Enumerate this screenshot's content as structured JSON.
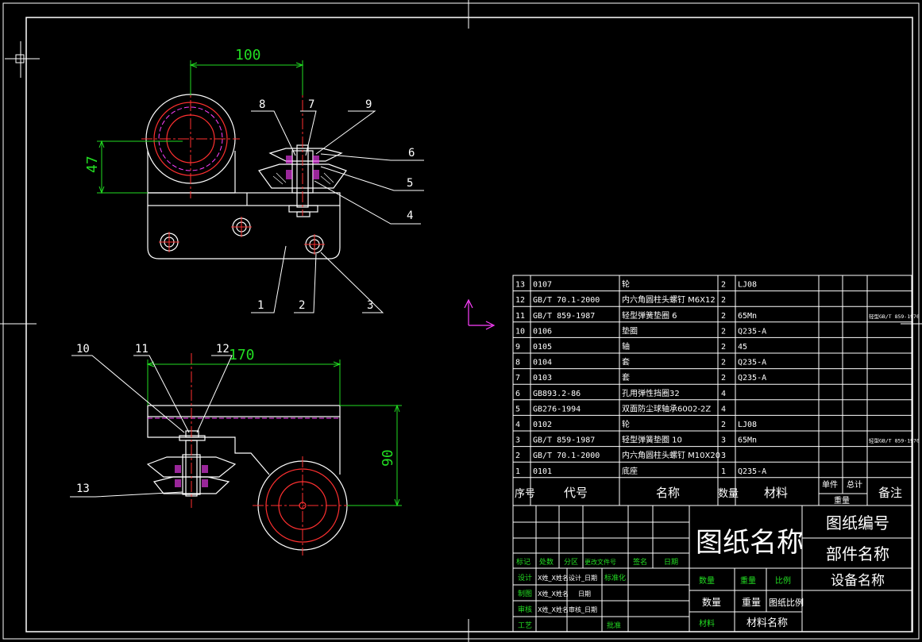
{
  "dimensions": {
    "top_width": "100",
    "top_height": "47",
    "bottom_width": "170",
    "bottom_height": "90"
  },
  "balloons": [
    "1",
    "2",
    "3",
    "4",
    "5",
    "6",
    "7",
    "8",
    "9",
    "10",
    "11",
    "12",
    "13"
  ],
  "bom": {
    "rows": [
      {
        "no": "13",
        "code": "0107",
        "name": "轮",
        "qty": "2",
        "mat": "LJ08",
        "note": ""
      },
      {
        "no": "12",
        "code": "GB/T 70.1-2000",
        "name": "内六角圆柱头螺钉 M6X12",
        "qty": "2",
        "mat": "",
        "note": ""
      },
      {
        "no": "11",
        "code": "GB/T 859-1987",
        "name": "轻型弹簧垫圈 6",
        "qty": "2",
        "mat": "65Mn",
        "note": "轻型GB/T 859-1970"
      },
      {
        "no": "10",
        "code": "0106",
        "name": "垫圈",
        "qty": "2",
        "mat": "Q235-A",
        "note": ""
      },
      {
        "no": "9",
        "code": "0105",
        "name": "轴",
        "qty": "2",
        "mat": "45",
        "note": ""
      },
      {
        "no": "8",
        "code": "0104",
        "name": "套",
        "qty": "2",
        "mat": "Q235-A",
        "note": ""
      },
      {
        "no": "7",
        "code": "0103",
        "name": "套",
        "qty": "2",
        "mat": "Q235-A",
        "note": ""
      },
      {
        "no": "6",
        "code": "GB893.2-86",
        "name": "孔用弹性挡圈32",
        "qty": "4",
        "mat": "",
        "note": ""
      },
      {
        "no": "5",
        "code": "GB276-1994",
        "name": "双面防尘球轴承6002-2Z",
        "qty": "4",
        "mat": "",
        "note": ""
      },
      {
        "no": "4",
        "code": "0102",
        "name": "轮",
        "qty": "2",
        "mat": "LJ08",
        "note": ""
      },
      {
        "no": "3",
        "code": "GB/T 859-1987",
        "name": "轻型弹簧垫圈 10",
        "qty": "3",
        "mat": "65Mn",
        "note": "轻型GB/T 859-1970"
      },
      {
        "no": "2",
        "code": "GB/T 70.1-2000",
        "name": "内六角圆柱头螺钉 M10X20",
        "qty": "3",
        "mat": "",
        "note": ""
      },
      {
        "no": "1",
        "code": "0101",
        "name": "底座",
        "qty": "1",
        "mat": "Q235-A",
        "note": ""
      }
    ],
    "header": {
      "no": "序号",
      "code": "代号",
      "name": "名称",
      "qty": "数量",
      "mat": "材料",
      "unit_weight": "单件",
      "total_weight": "总计",
      "weight": "重量",
      "note": "备注"
    }
  },
  "title_block": {
    "drawing_name": "图纸名称",
    "drawing_no": "图纸编号",
    "part_name": "部件名称",
    "equipment_name": "设备名称",
    "qty_label": "数量",
    "weight_label": "重量",
    "scale_label": "比例",
    "qty_value": "数量",
    "weight_value": "重量",
    "scale_value": "图纸比例",
    "material_label": "材料",
    "material_value": "材料名称",
    "rev_row": {
      "mark": "标记",
      "count": "处数",
      "zone": "分区",
      "doc": "更改文件号",
      "sign": "签名",
      "date": "日期"
    },
    "roles": {
      "design": "设计",
      "drafting": "制图",
      "review": "审核",
      "process": "工艺",
      "standard": "标准化",
      "approve": "批准"
    },
    "sign_fields": {
      "r1a": "X姓_X姓名",
      "r1b": "设计_日期",
      "r2a": "X姓_X姓名",
      "r2b": "日期",
      "r3a": "X姓_X姓名",
      "r3b": "审核_日期"
    }
  },
  "colors": {
    "outline": "#ffffff",
    "dimension": "#22dd22",
    "leader": "#ffffff",
    "center": "#ff3030",
    "hidden": "#ff40ff",
    "circle_red": "#ff3030",
    "ucs": "#ff40ff"
  }
}
